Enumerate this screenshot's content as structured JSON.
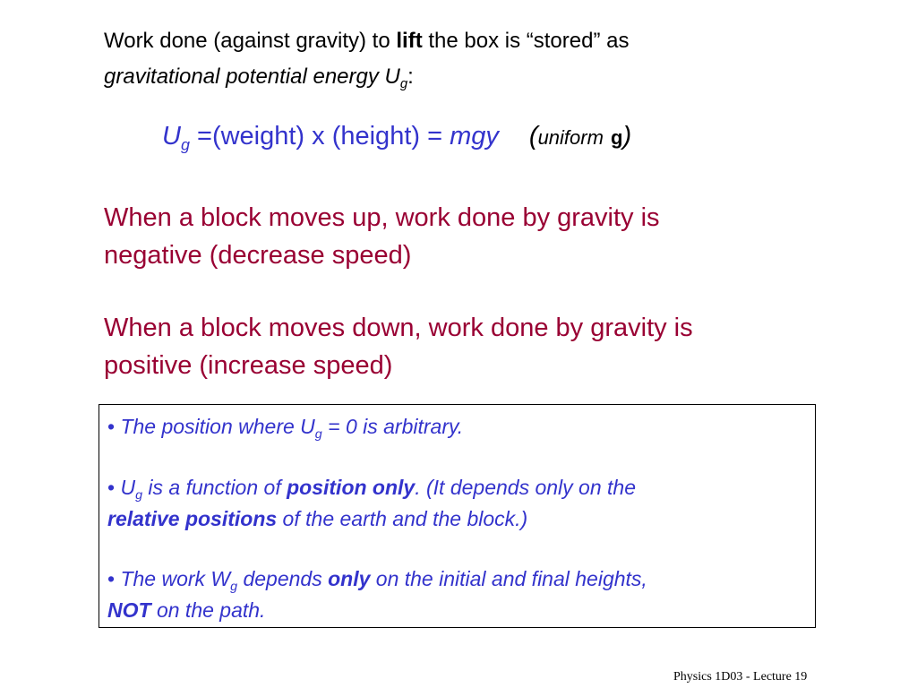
{
  "intro": {
    "line1_prefix": "Work done (against gravity) to ",
    "line1_bold": "lift",
    "line1_suffix": " the box is “stored” as",
    "line2_italic": "gravitational potential energy U",
    "line2_sub": "g",
    "line2_colon": ":"
  },
  "formula": {
    "symbol": "U",
    "symbol_sub": "g",
    "equals_text": " =(weight) x (height) = ",
    "result": "mgy",
    "note_open": "(",
    "note_word": "uniform",
    "note_bold": "g",
    "note_close": ")"
  },
  "statements": {
    "up_line1": "When a block moves up, work done by gravity is",
    "up_line2": "negative (decrease speed)",
    "down_line1": "When a block moves down, work done by gravity is",
    "down_line2": "positive (increase speed)"
  },
  "box": {
    "bullet_mark": "•",
    "b1_text1": "The position where U",
    "b1_sub": "g",
    "b1_text2": " = 0 is arbitrary.",
    "b2_symbol": "U",
    "b2_sub": "g",
    "b2_text1": " is a function of ",
    "b2_bold1": "position only",
    "b2_text2": ". (It depends only on the",
    "b2_bold2": "relative positions",
    "b2_text3": " of the earth and the block.)",
    "b3_text1": "The work W",
    "b3_sub": "g",
    "b3_text2": " depends ",
    "b3_bold1": "only",
    "b3_text3": " on the initial and final heights,",
    "b3_bold2": "NOT",
    "b3_text4": " on the path."
  },
  "footer": {
    "text": "Physics 1D03 - Lecture 19"
  },
  "colors": {
    "intro_text": "#000000",
    "formula_blue": "#3333cc",
    "statement_red": "#990033",
    "box_blue": "#3333cc",
    "box_border": "#000000"
  }
}
